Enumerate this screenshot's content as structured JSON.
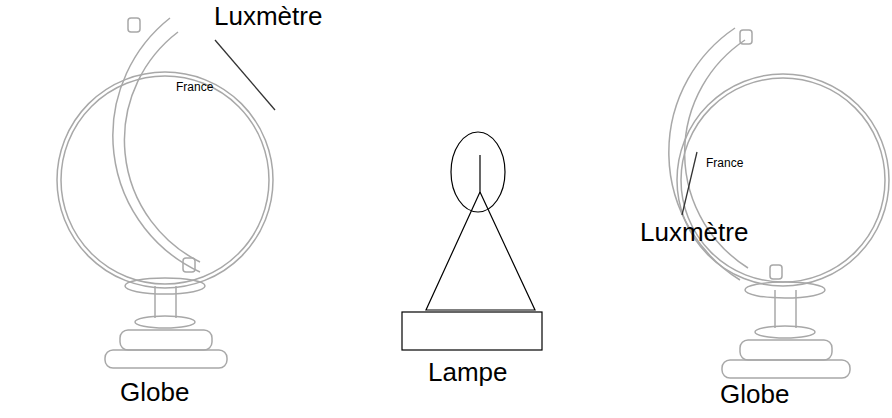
{
  "diagram": {
    "labels": [
      "Luxmètre",
      "France",
      "Globe",
      "Lampe",
      "France",
      "Luxmètre",
      "Globe"
    ]
  }
}
